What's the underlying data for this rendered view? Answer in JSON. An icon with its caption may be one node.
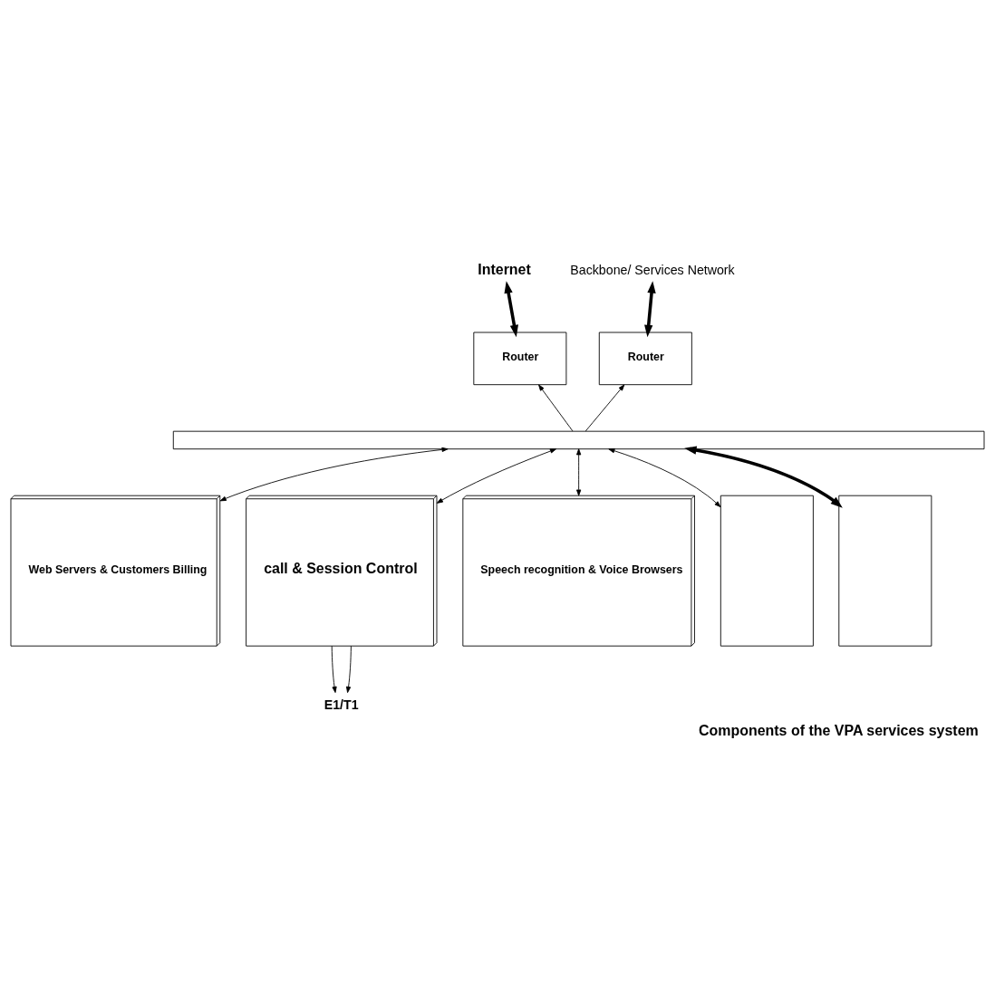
{
  "diagram": {
    "caption": "Components of the VPA services system",
    "nodes": [
      {
        "text": [
          "Internet"
        ]
      },
      {
        "text": [
          "Backbone/ Services Network"
        ]
      },
      {
        "text": [
          "Router"
        ]
      },
      {
        "text": [
          "Router"
        ]
      },
      {
        "text": [],
        "shape": "bar"
      },
      {
        "text": [
          "Web Servers & Customers Billing"
        ]
      },
      {
        "text": [
          "call & Session Control"
        ]
      },
      {
        "text": [
          "Speech recognition & Voice Browsers"
        ]
      },
      {
        "text": [],
        "shape": "box"
      },
      {
        "text": [],
        "shape": "box"
      },
      {
        "text": [
          "E1/T1"
        ]
      }
    ],
    "edges": [
      {
        "from": 2,
        "to": 0,
        "arrow": "both",
        "style": "thick"
      },
      {
        "from": 3,
        "to": 1,
        "arrow": "both",
        "style": "thick"
      },
      {
        "from": 4,
        "to": 2,
        "arrow": "to"
      },
      {
        "from": 4,
        "to": 3,
        "arrow": "to"
      },
      {
        "from": 4,
        "to": 5,
        "arrow": "both"
      },
      {
        "from": 4,
        "to": 6,
        "arrow": "both"
      },
      {
        "from": 4,
        "to": 7,
        "arrow": "both"
      },
      {
        "from": 4,
        "to": 8,
        "arrow": "both"
      },
      {
        "from": 4,
        "to": 9,
        "arrow": "both",
        "style": "thick"
      },
      {
        "from": 6,
        "to": 10,
        "arrow": "to"
      },
      {
        "from": 6,
        "to": 10,
        "arrow": "to"
      }
    ]
  }
}
